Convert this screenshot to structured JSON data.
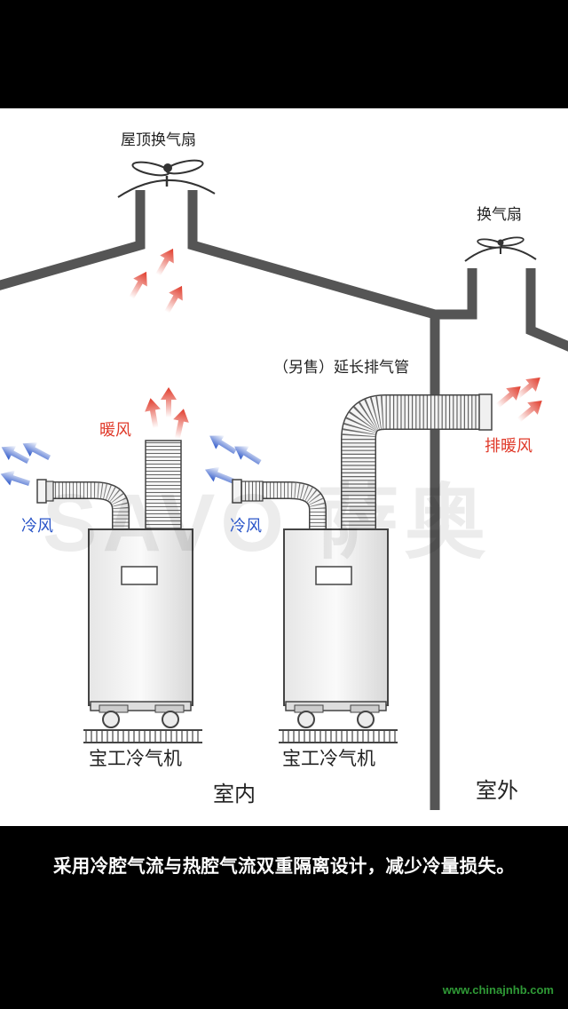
{
  "labels": {
    "roof_fan": "屋顶换气扇",
    "fan": "换气扇",
    "extension_pipe": "（另售）延长排气管",
    "warm_air": "暖风",
    "cold_air_left": "冷风",
    "cold_air_right": "冷风",
    "exhaust_warm_air": "排暖风",
    "unit_left": "宝工冷气机",
    "unit_right": "宝工冷气机",
    "indoor": "室内",
    "outdoor": "室外"
  },
  "watermark": "SAVO 萨奥",
  "caption": "采用冷腔气流与热腔气流双重隔离设计，减少冷量损失。",
  "site_url": "www.chinajnhb.com",
  "colors": {
    "warm_arrow": "#e03a2a",
    "cold_arrow": "#2a55c8",
    "wall": "#555555",
    "background": "#000000",
    "url": "#2f9a36"
  }
}
